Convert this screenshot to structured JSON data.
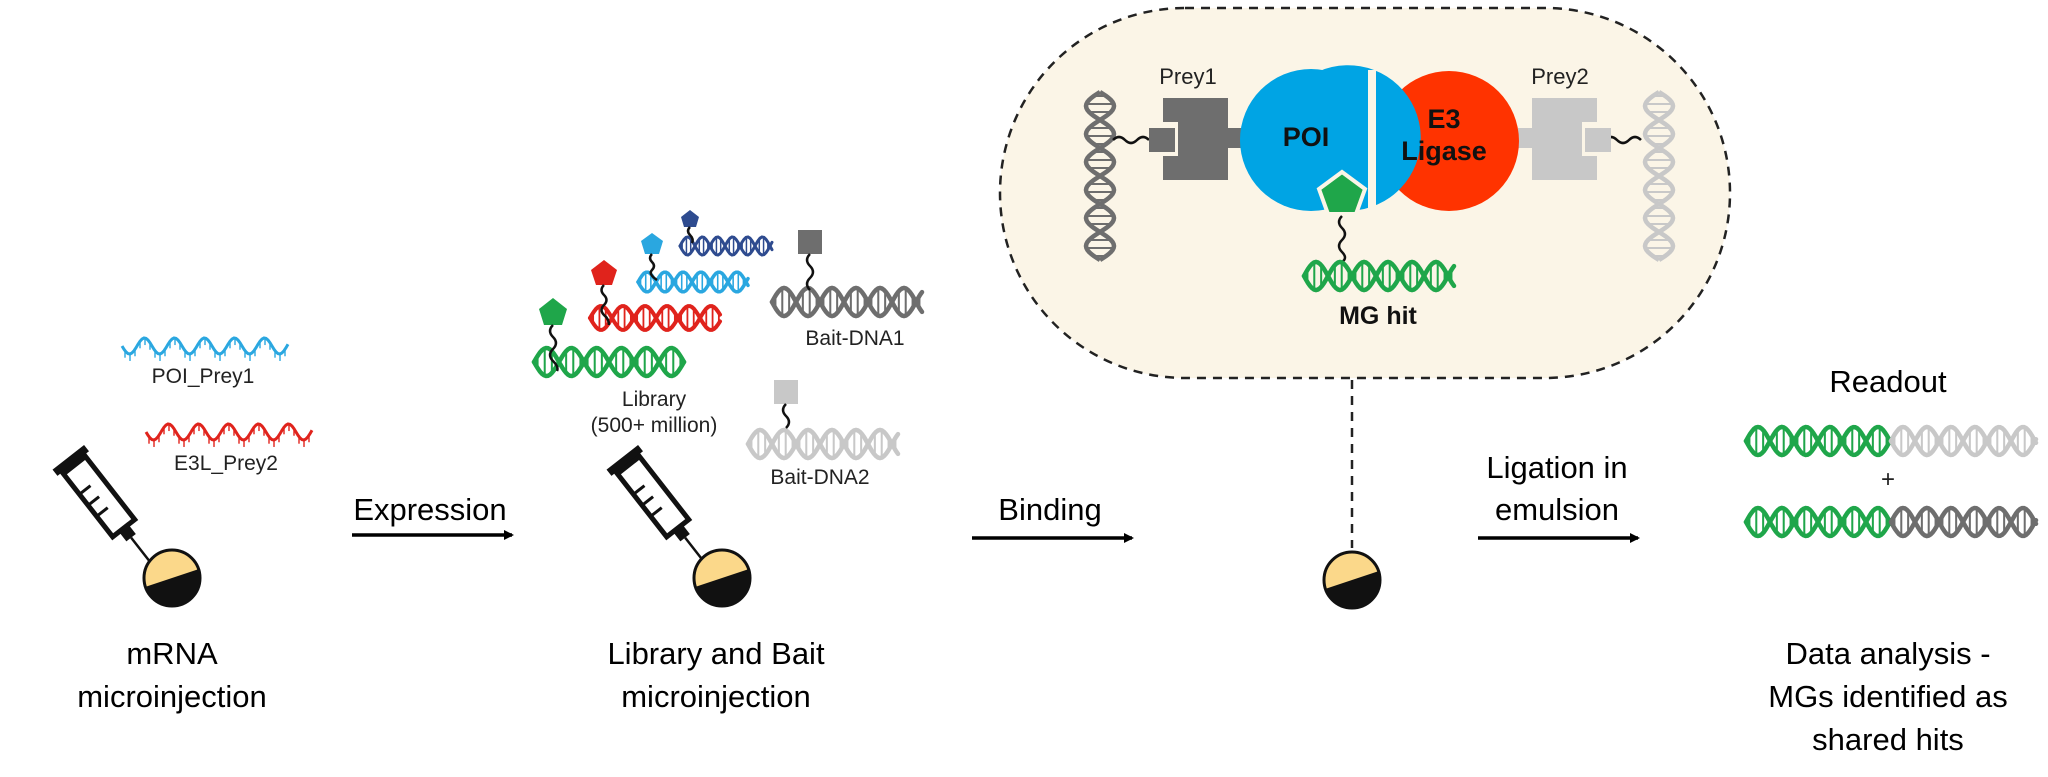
{
  "steps": {
    "step1": {
      "line1": "mRNA",
      "line2": "microinjection"
    },
    "step2": {
      "line1": "Library and Bait",
      "line2": "microinjection"
    },
    "step3": {
      "line1": "Data analysis -",
      "line2": "MGs identified as",
      "line3": "shared hits"
    }
  },
  "arrows": {
    "expression": "Expression",
    "binding": "Binding",
    "ligation": {
      "line1": "Ligation in",
      "line2": "emulsion"
    }
  },
  "mrna": {
    "poi_prey1": "POI_Prey1",
    "e3l_prey2": "E3L_Prey2"
  },
  "library": {
    "label1": "Library",
    "label2": "(500+ million)"
  },
  "baits": {
    "bait1": "Bait-DNA1",
    "bait2": "Bait-DNA2"
  },
  "complex": {
    "prey1": "Prey1",
    "prey2": "Prey2",
    "poi": "POI",
    "e3_line1": "E3",
    "e3_line2": "Ligase",
    "mg_hit": "MG hit"
  },
  "readout": {
    "title": "Readout",
    "plus": "+"
  },
  "colors": {
    "green": "#1fa64a",
    "red": "#e0231c",
    "light_blue": "#2aa7e0",
    "dark_blue": "#2e4b8f",
    "poi_blue": "#00a4e4",
    "e3_red": "#ff3300",
    "dark_gray": "#6e6e6e",
    "light_gray": "#c8c8c8",
    "bubble_fill": "#fbf5e7",
    "bead_yellow": "#fbd88a"
  },
  "icons": [
    "syringe-icon",
    "bead-icon",
    "dna-helix-icon",
    "rna-wave-icon",
    "pentagon-ligand-icon"
  ]
}
